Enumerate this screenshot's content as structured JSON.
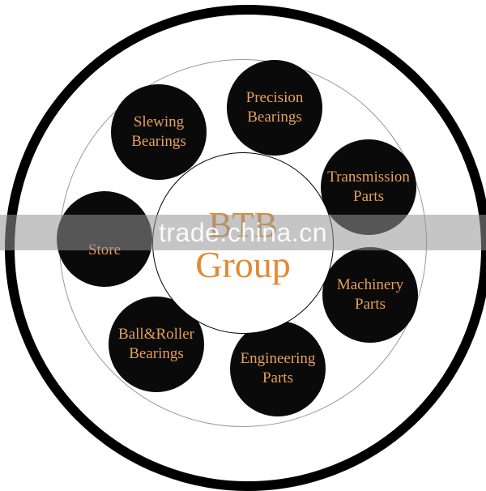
{
  "hub": {
    "line1": "BTB",
    "line2": "Group"
  },
  "items": [
    {
      "id": "precision-bearings",
      "label": "Precision\nBearings"
    },
    {
      "id": "slewing-bearings",
      "label": "Slewing\nBearings"
    },
    {
      "id": "transmission-parts",
      "label": "Transmission\nParts"
    },
    {
      "id": "store",
      "label": "Store"
    },
    {
      "id": "machinery-parts",
      "label": "Machinery\nParts"
    },
    {
      "id": "ball-roller-bearings",
      "label": "Ball&Roller\nBearings"
    },
    {
      "id": "engineering-parts",
      "label": "Engineering\nParts"
    }
  ],
  "watermark": "trade.china.cn",
  "colors": {
    "text_orange": "#e8a25a",
    "ball_fill": "#0a0a0a",
    "ring": "#000000"
  }
}
